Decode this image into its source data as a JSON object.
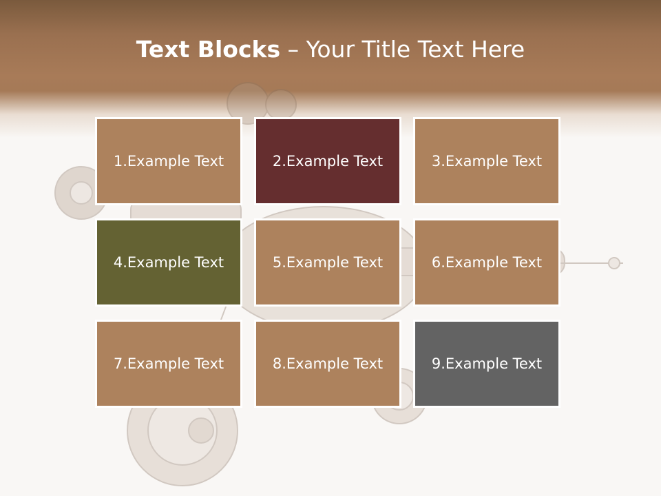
{
  "slide": {
    "title_strong": "Text Blocks",
    "title_dash": " – ",
    "title_rest": "Your Title Text Here"
  },
  "blocks": [
    {
      "label": "1.Example Text",
      "color": "#ad825d"
    },
    {
      "label": "2.Example Text",
      "color": "#652e2f"
    },
    {
      "label": "3.Example Text",
      "color": "#ad825d"
    },
    {
      "label": "4.Example Text",
      "color": "#646233"
    },
    {
      "label": "5.Example Text",
      "color": "#ad825d"
    },
    {
      "label": "6.Example Text",
      "color": "#ad825d"
    },
    {
      "label": "7.Example Text",
      "color": "#ad825d"
    },
    {
      "label": "8.Example Text",
      "color": "#ad825d"
    },
    {
      "label": "9.Example Text",
      "color": "#636363"
    }
  ],
  "theme": {
    "header_color": "#a57a57",
    "background": "#f9f7f5"
  }
}
